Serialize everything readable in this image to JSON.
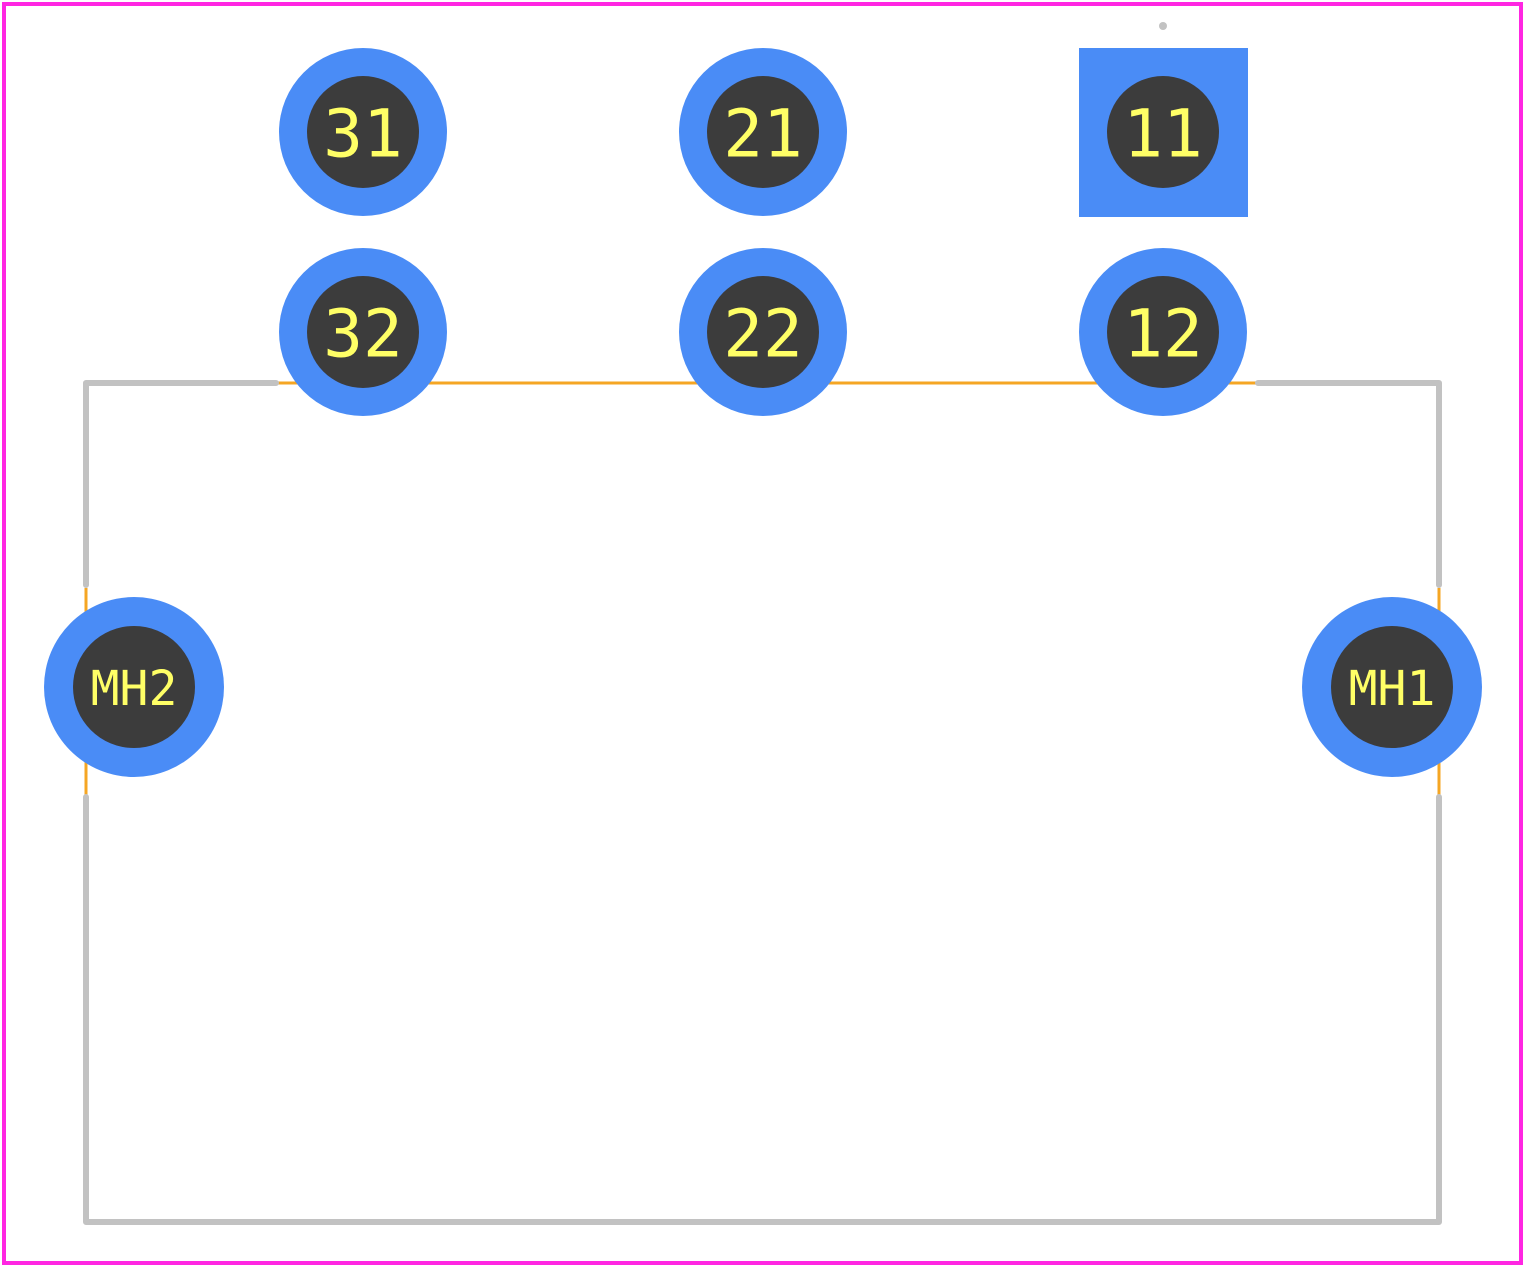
{
  "colors": {
    "background": "#ffffff",
    "courtyard": "#ff26e2",
    "silkscreen": "#c2c2c2",
    "fab_outline": "#f5a623",
    "pad_copper": "#4a8cf6",
    "drill_hole": "#3c3c3c",
    "pad_label": "#ffff66"
  },
  "pads": [
    {
      "id": "pad-31",
      "label": "31",
      "shape": "circle"
    },
    {
      "id": "pad-21",
      "label": "21",
      "shape": "circle"
    },
    {
      "id": "pad-11",
      "label": "11",
      "shape": "square"
    },
    {
      "id": "pad-32",
      "label": "32",
      "shape": "circle"
    },
    {
      "id": "pad-22",
      "label": "22",
      "shape": "circle"
    },
    {
      "id": "pad-12",
      "label": "12",
      "shape": "circle"
    },
    {
      "id": "pad-mh2",
      "label": "MH2",
      "shape": "circle"
    },
    {
      "id": "pad-mh1",
      "label": "MH1",
      "shape": "circle"
    }
  ]
}
